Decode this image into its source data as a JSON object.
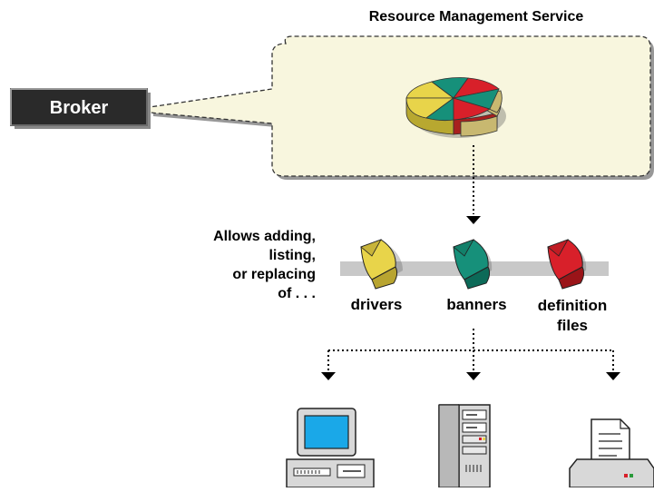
{
  "diagram": {
    "title": "Resource Management Service",
    "broker": {
      "label": "Broker"
    },
    "note": {
      "lines": [
        "Allows adding,",
        "listing,",
        "or replacing",
        "of . . ."
      ]
    },
    "resources": [
      {
        "label_lines": [
          "drivers"
        ],
        "color": "#e8d44a",
        "icon": "yellow-wedge-icon"
      },
      {
        "label_lines": [
          "banners"
        ],
        "color": "#16907a",
        "icon": "teal-wedge-icon"
      },
      {
        "label_lines": [
          "definition",
          "files"
        ],
        "color": "#d8202a",
        "icon": "red-wedge-icon"
      }
    ],
    "targets": [
      {
        "icon": "computer-icon"
      },
      {
        "icon": "server-tower-icon"
      },
      {
        "icon": "printer-icon"
      }
    ],
    "colors": {
      "cloud_fill": "#f8f6de",
      "bar": "#c8c8c8",
      "broker_box": "#2a2a2a"
    }
  }
}
